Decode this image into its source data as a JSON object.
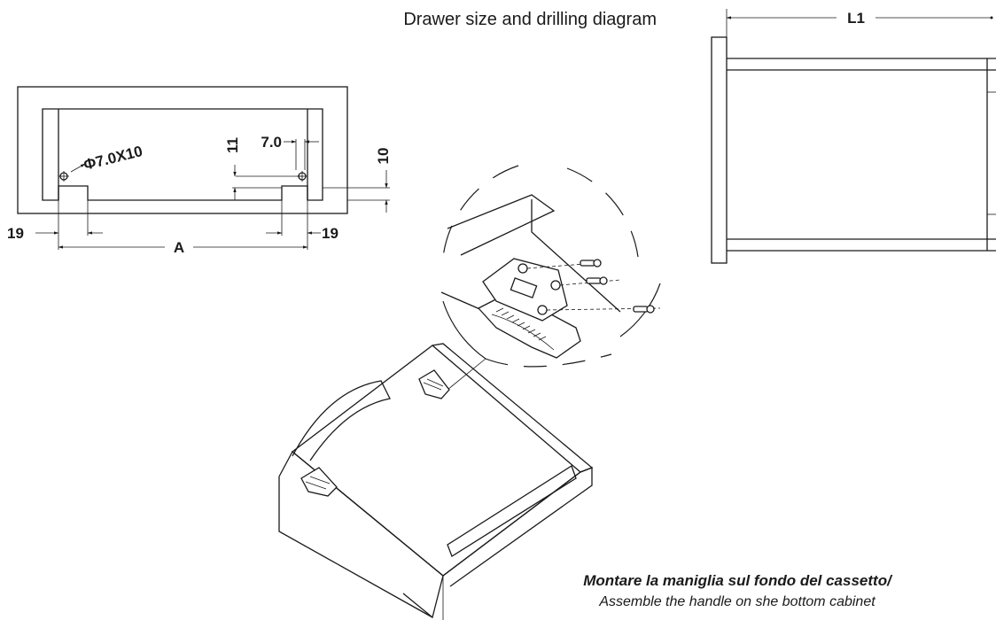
{
  "title": "Drawer size and drilling diagram",
  "dimensions": {
    "hole_callout": "Φ7.0X10",
    "offset_7": "7.0",
    "offset_11": "11",
    "offset_10": "10",
    "left_19": "19",
    "right_19": "19",
    "width_a": "A",
    "length_l1": "L1"
  },
  "caption": {
    "line1": "Montare la maniglia sul fondo del cassetto/",
    "line2": "Assemble the handle on she bottom cabinet"
  },
  "colors": {
    "line": "#1a1a1a",
    "background": "#ffffff"
  }
}
